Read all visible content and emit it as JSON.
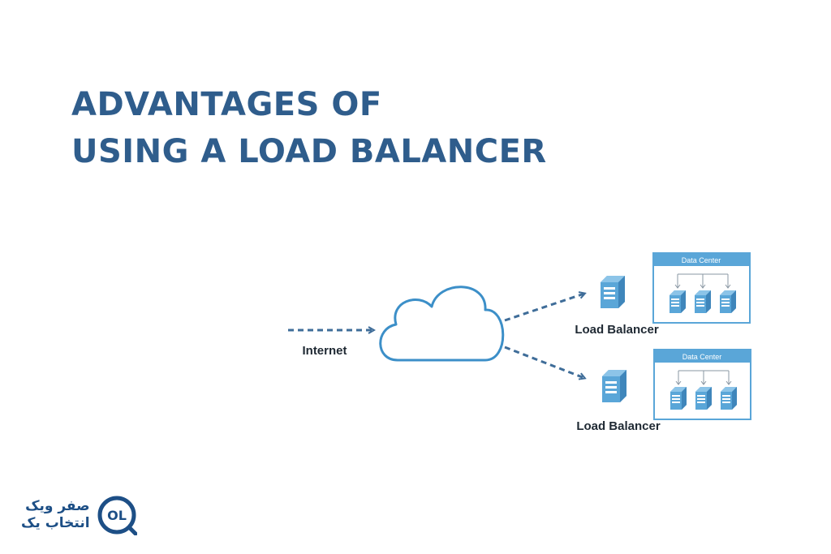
{
  "title": {
    "line1": "ADVANTAGES OF",
    "line2": "USING A LOAD BALANCER"
  },
  "diagram": {
    "internet_label": "Internet",
    "load_balancer_label": "Load Balancer",
    "data_center_label": "Data Center"
  },
  "logo": {
    "line1": "صفر ویک",
    "line2": "انتخاب یک",
    "mark_text": "OL"
  },
  "colors": {
    "title": "#2f5d8c",
    "arrow": "#3f6d99",
    "cloud_stroke": "#3c8fc8",
    "server_fill": "#5aa6d8",
    "data_center_header": "#5aa6d8",
    "logo": "#1d4f86"
  }
}
